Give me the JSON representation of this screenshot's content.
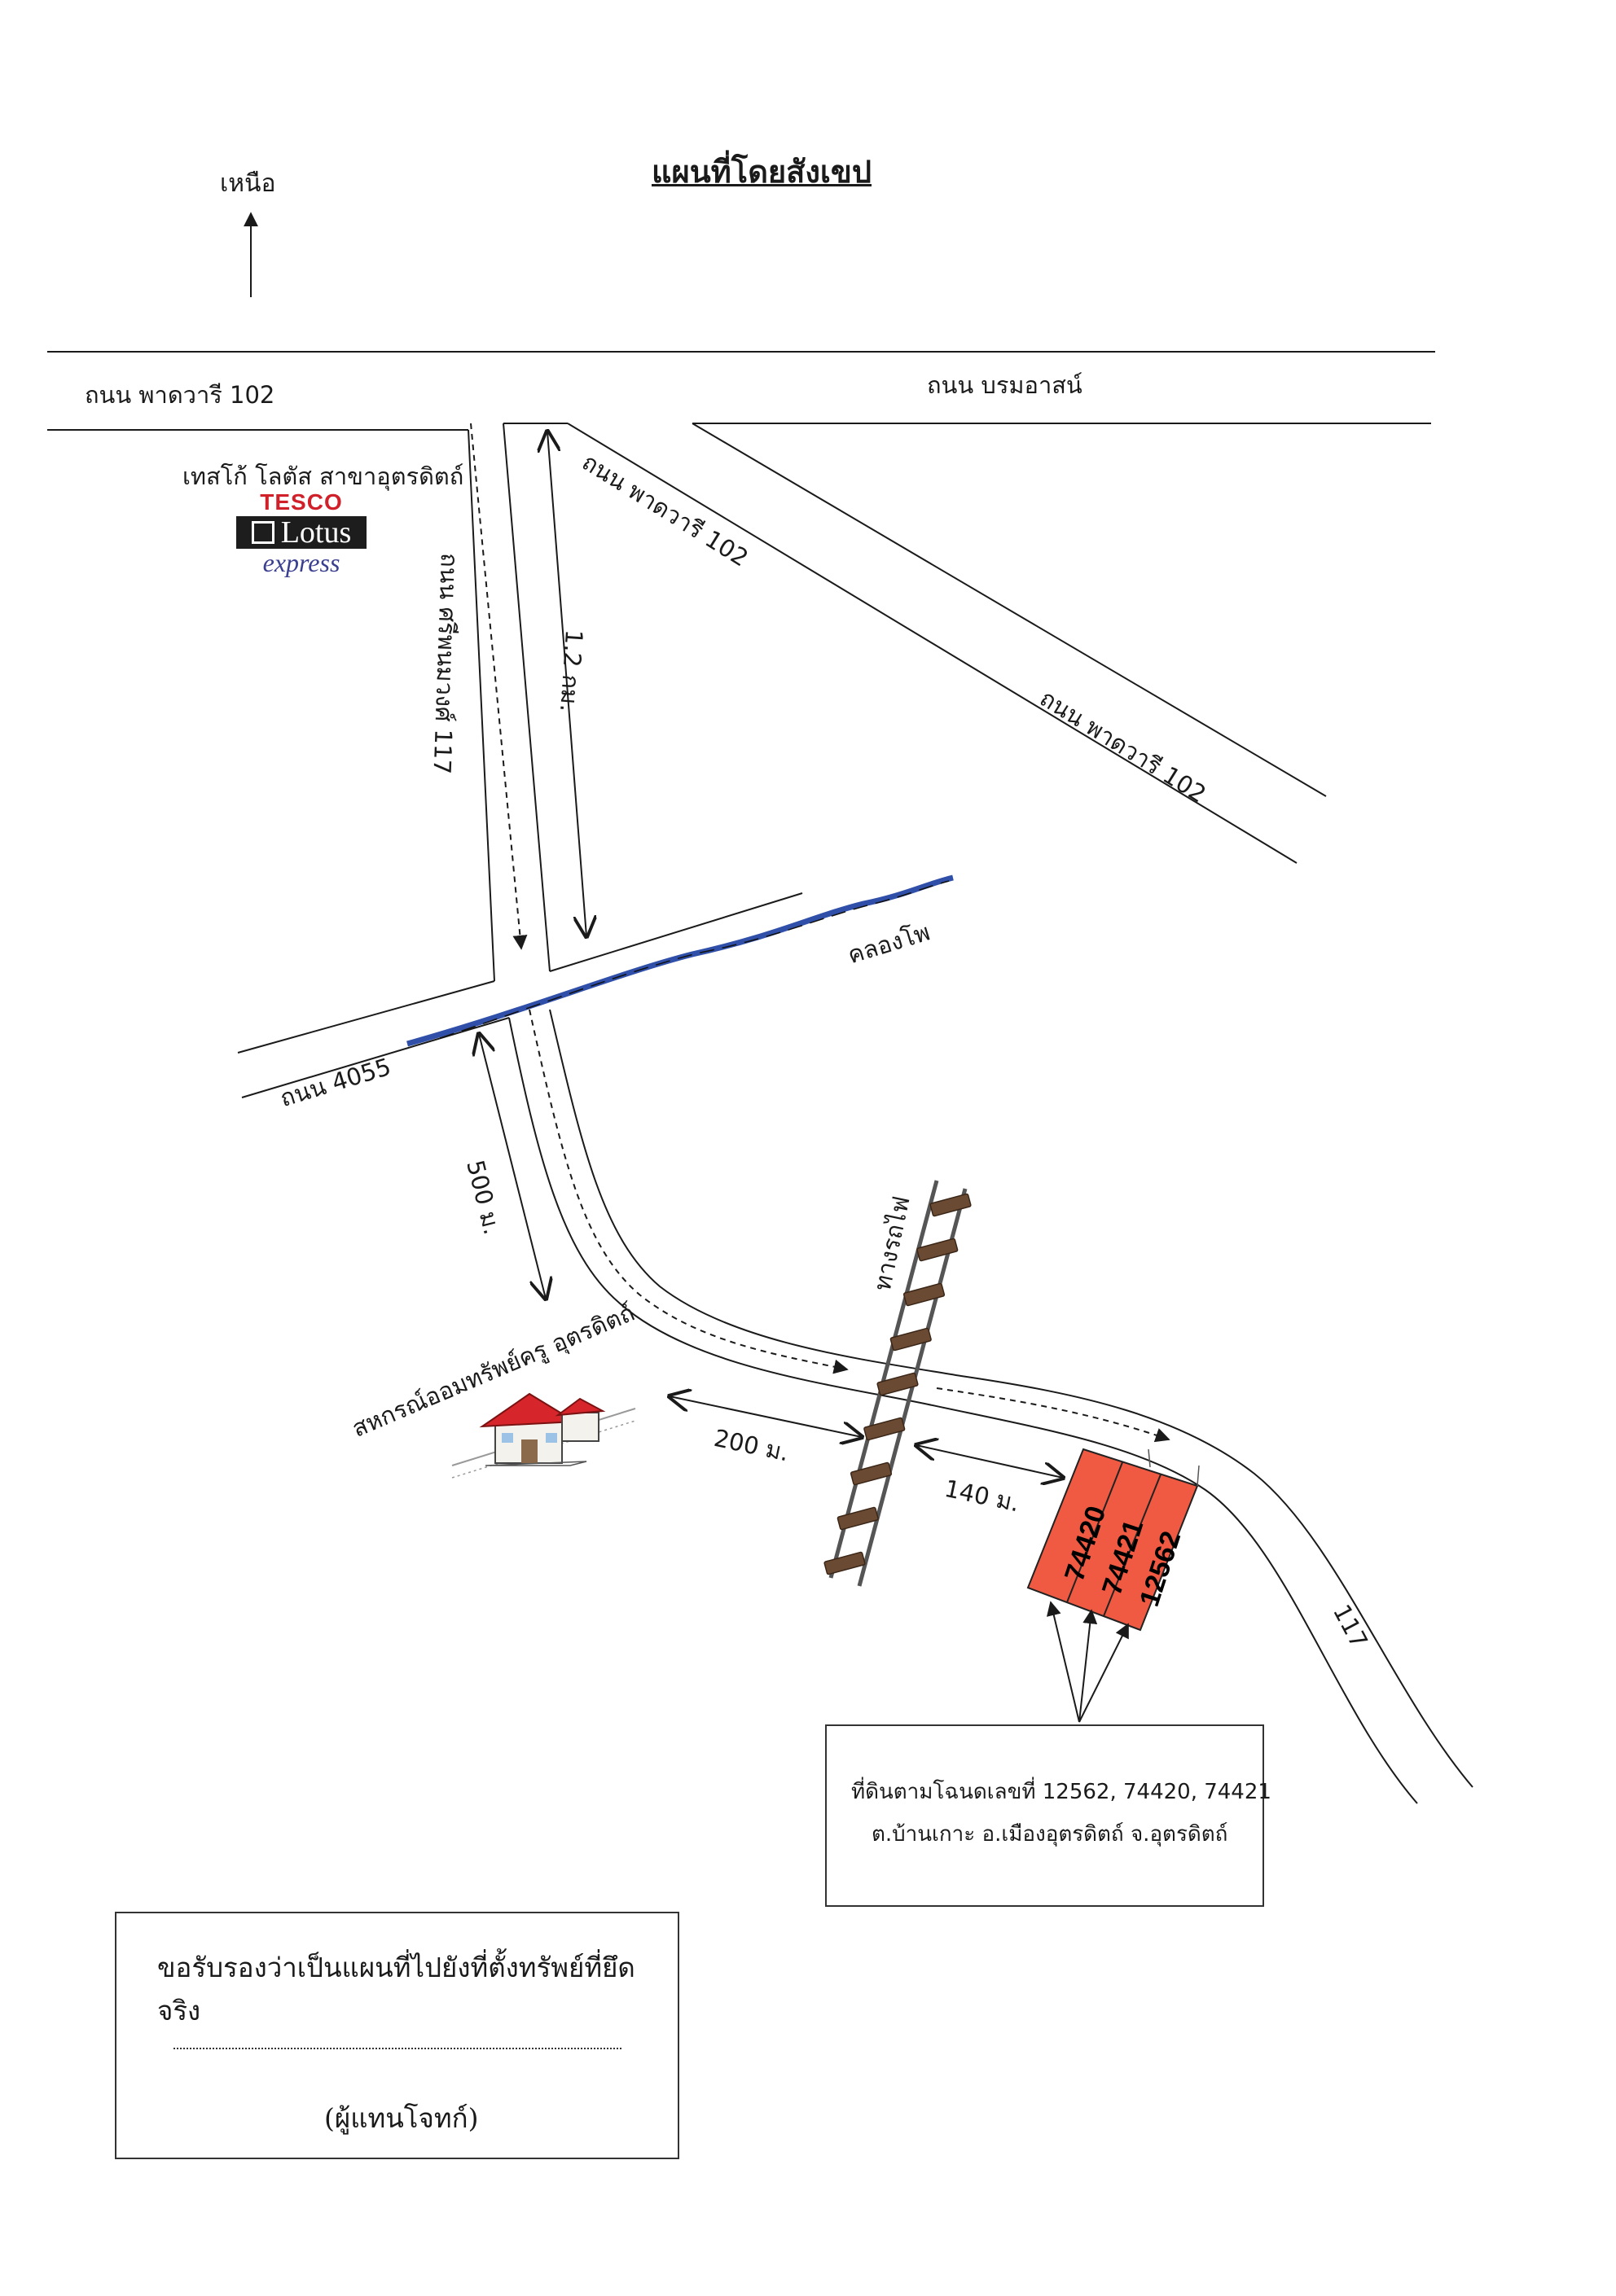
{
  "map": {
    "title": "แผนที่โดยสังเขป",
    "north_label": "เหนือ",
    "roads": {
      "paddawari_left": "ถนน พาดวารี 102",
      "boromart": "ถนน บรมอาสน์",
      "paddawari_diag_1": "ถนน พาดวารี 102",
      "paddawari_diag_2": "ถนน พาดวารี 102",
      "sriphanthawong": "ถนน ศรีพนมวงศ์ 117",
      "road_4055": "ถนน 4055",
      "road_117": "117"
    },
    "distances": {
      "d_1_2km": "1.2 กม.",
      "d_500m": "500 ม.",
      "d_200m": "200 ม.",
      "d_140m": "140 ม."
    },
    "canal_label": "คลองโพ",
    "railway_label": "ทางรถไฟ",
    "tesco": {
      "caption": "เทสโก้ โลตัส สาขาอุตรดิตถ์",
      "logo_top": "TESCO",
      "logo_mid": "Lotus",
      "logo_bottom": "express"
    },
    "cooperative_label": "สหกรณ์ออมทรัพย์ครู อุตรดิตถ์",
    "lots": [
      "74420",
      "74421",
      "12562"
    ],
    "info": {
      "line1": "ที่ดินตามโฉนดเลขที่ 12562, 74420, 74421",
      "line2": "ต.บ้านเกาะ อ.เมืองอุตรดิตถ์ จ.อุตรดิตถ์"
    },
    "certification": {
      "line1": "ขอรับรองว่าเป็นแผนที่ไปยังที่ตั้งทรัพย์ที่ยึดจริง",
      "signer": "(ผู้แทนโจทก์)"
    },
    "colors": {
      "lot_fill": "#f05a42",
      "canal": "#2f4fa8",
      "house_roof": "#d7262b"
    }
  }
}
